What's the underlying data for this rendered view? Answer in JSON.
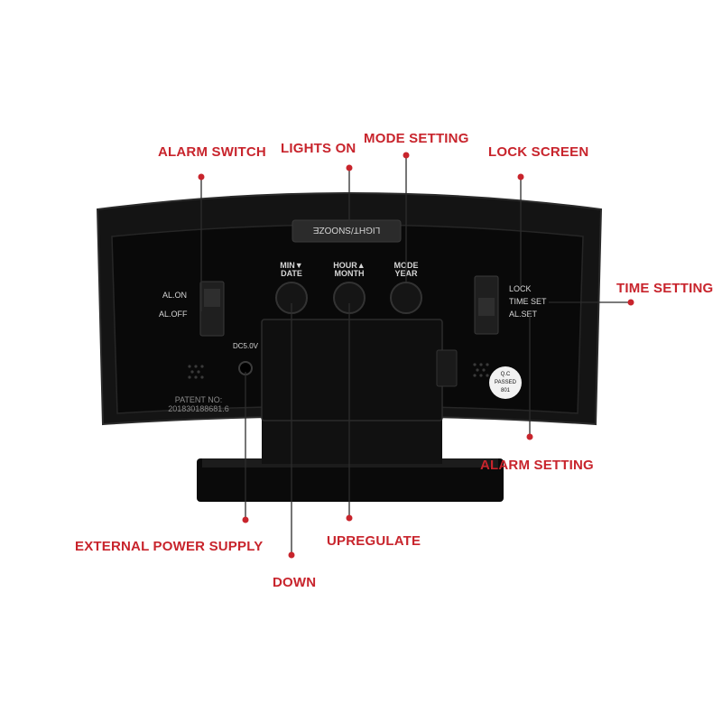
{
  "callouts": {
    "alarm_switch": "ALARM SWITCH",
    "lights_on": "LIGHTS ON",
    "mode_setting": "MODE SETTING",
    "lock_screen": "LOCK SCREEN",
    "time_setting": "TIME SETTING",
    "alarm_setting": "ALARM SETTING",
    "external_power_supply": "EXTERNAL POWER SUPPLY",
    "upregulate": "UPREGULATE",
    "down": "DOWN"
  },
  "device": {
    "top_button_label": "LIGHT/SNOOZE",
    "button_1_top": "MIN▼",
    "button_1_bottom": "DATE",
    "button_2_top": "HOUR▲",
    "button_2_bottom": "MONTH",
    "button_3_top": "MODE",
    "button_3_bottom": "YEAR",
    "alarm_on": "AL.ON",
    "alarm_off": "AL.OFF",
    "lock": "LOCK",
    "time_set": "TIME SET",
    "al_set": "AL.SET",
    "dc_label": "DC5.0V",
    "patent_label": "PATENT NO:",
    "patent_number": "201830188681.6",
    "qc_line1": "Q.C",
    "qc_line2": "PASSED",
    "qc_line3": "801"
  },
  "colors": {
    "callout": "#c8242c",
    "body": "#0c0c0c",
    "bezel": "#1e1e1e",
    "panel_text": "#d6d6d6"
  }
}
